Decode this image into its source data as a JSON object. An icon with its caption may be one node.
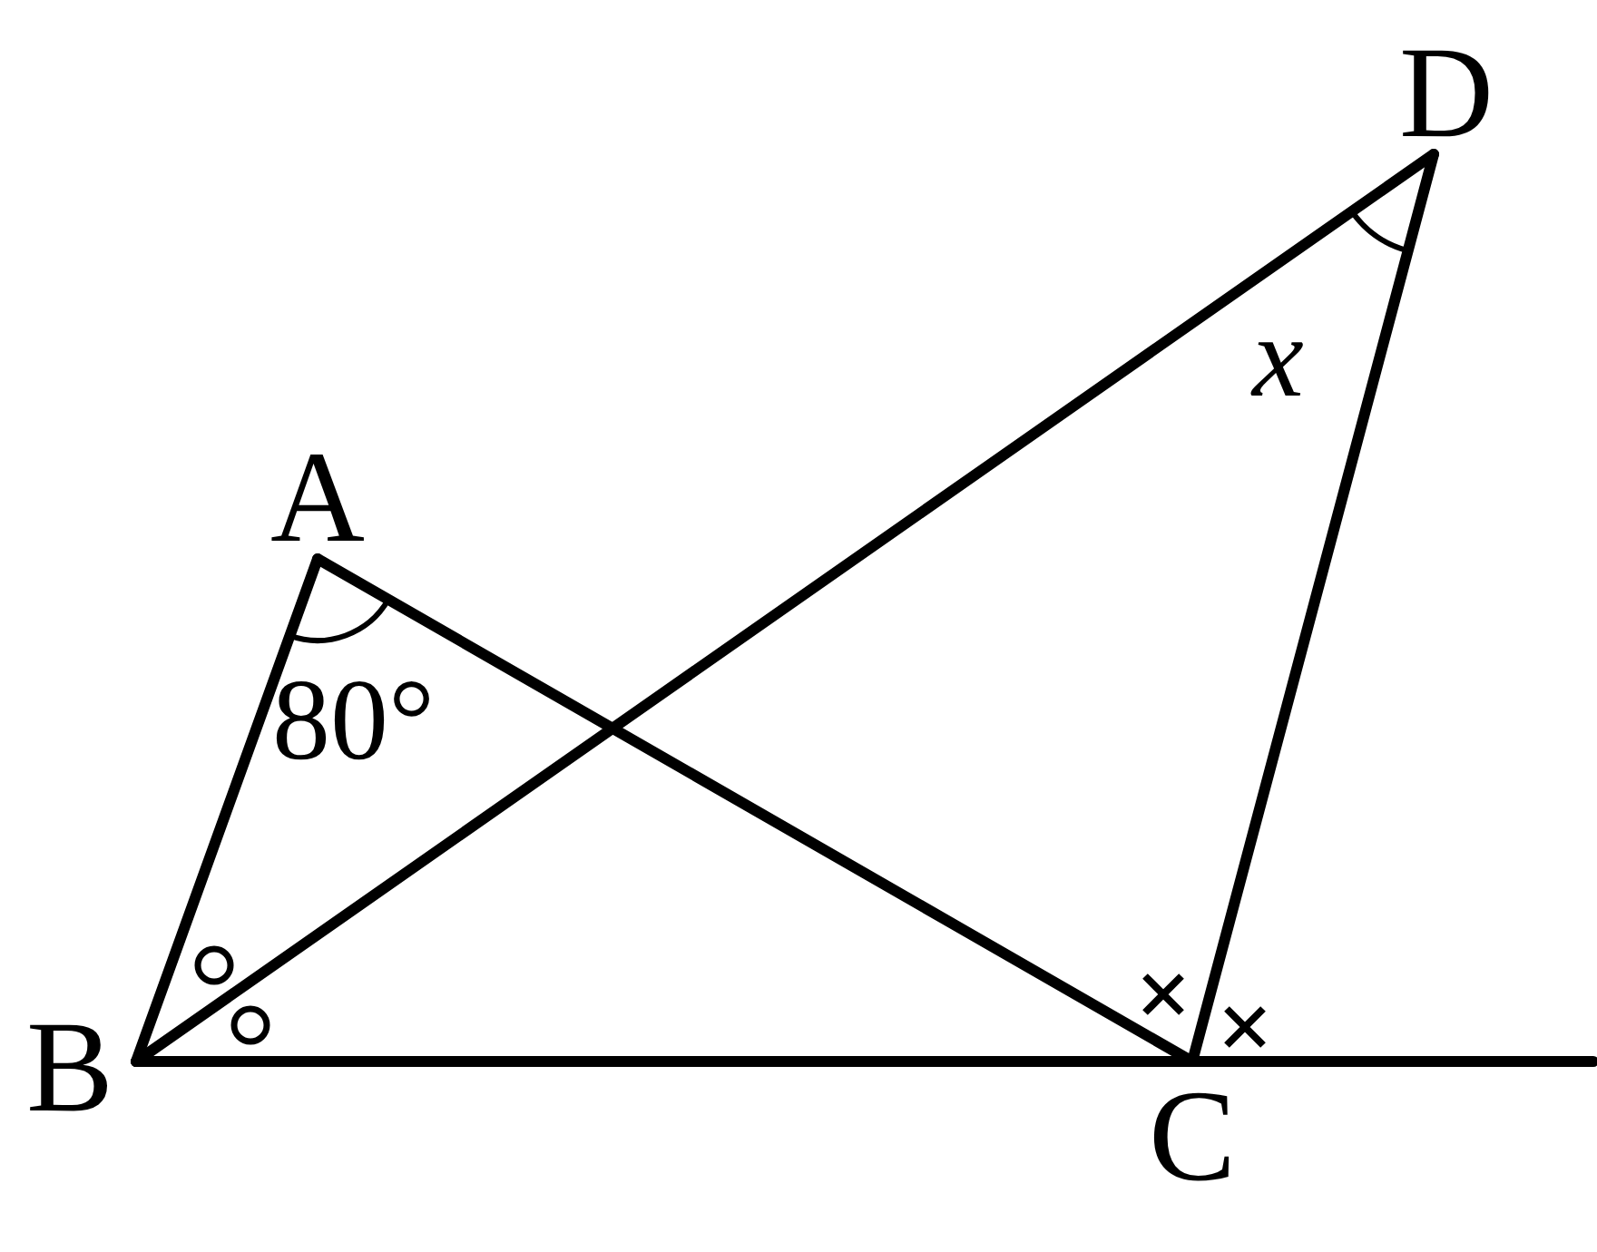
{
  "diagram": {
    "nodes": [
      {
        "text": [
          "A"
        ]
      },
      {
        "text": [
          "B"
        ]
      },
      {
        "text": [
          "C"
        ]
      },
      {
        "text": [
          "D"
        ]
      }
    ],
    "edges": [
      {
        "from": 0,
        "to": 1,
        "arrow": "none"
      },
      {
        "from": 0,
        "to": 2,
        "arrow": "none"
      },
      {
        "from": 1,
        "to": 2,
        "arrow": "none"
      },
      {
        "from": 1,
        "to": 3,
        "arrow": "none"
      },
      {
        "from": 3,
        "to": 2,
        "arrow": "none"
      },
      {
        "from": 2,
        "to": null,
        "arrow": "none"
      }
    ],
    "labels": [
      "80°",
      "x"
    ]
  }
}
